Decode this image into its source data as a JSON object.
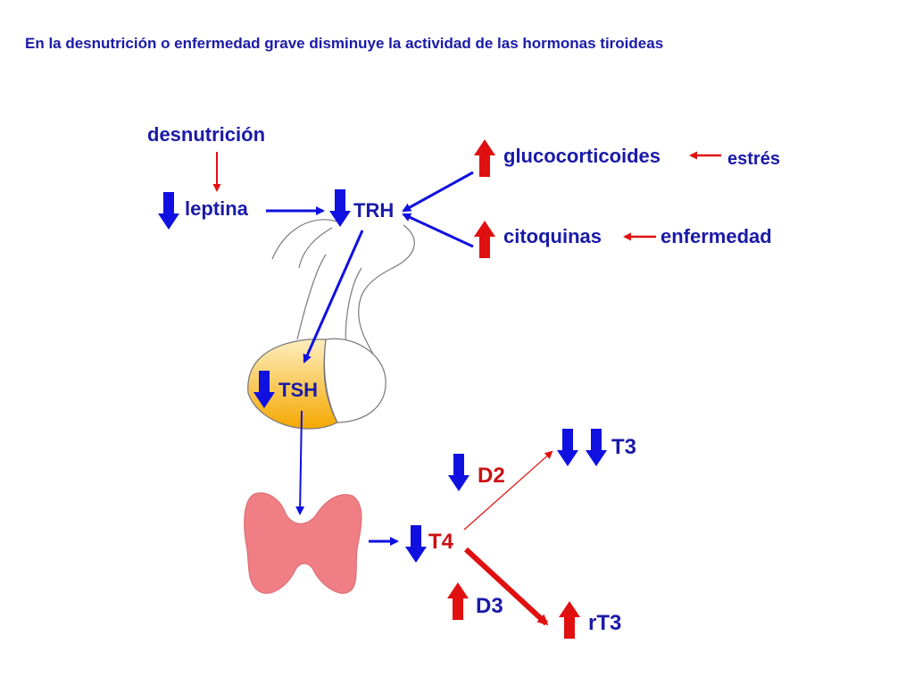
{
  "title": "En la desnutrición o enfermedad grave disminuye la actividad de las hormonas tiroideas",
  "labels": {
    "desnutricion": "desnutrición",
    "leptina": "leptina",
    "trh": "TRH",
    "glucocorticoides": "glucocorticoides",
    "estres": "estrés",
    "citoquinas": "citoquinas",
    "enfermedad": "enfermedad",
    "tsh": "TSH",
    "t3": "T3",
    "d2": "D2",
    "t4": "T4",
    "d3": "D3",
    "rt3": "rT3"
  },
  "colors": {
    "decrease": "#1010e0",
    "increase": "#e01010",
    "label_blue": "#1a1aa8",
    "label_red": "#cc1010",
    "pituitary_fill_top": "#fde9b0",
    "pituitary_fill_bottom": "#f5a800",
    "thyroid_fill": "#f07f85"
  },
  "icons": {
    "down_arrow": "block-arrow-down-icon",
    "up_arrow": "block-arrow-up-icon"
  }
}
